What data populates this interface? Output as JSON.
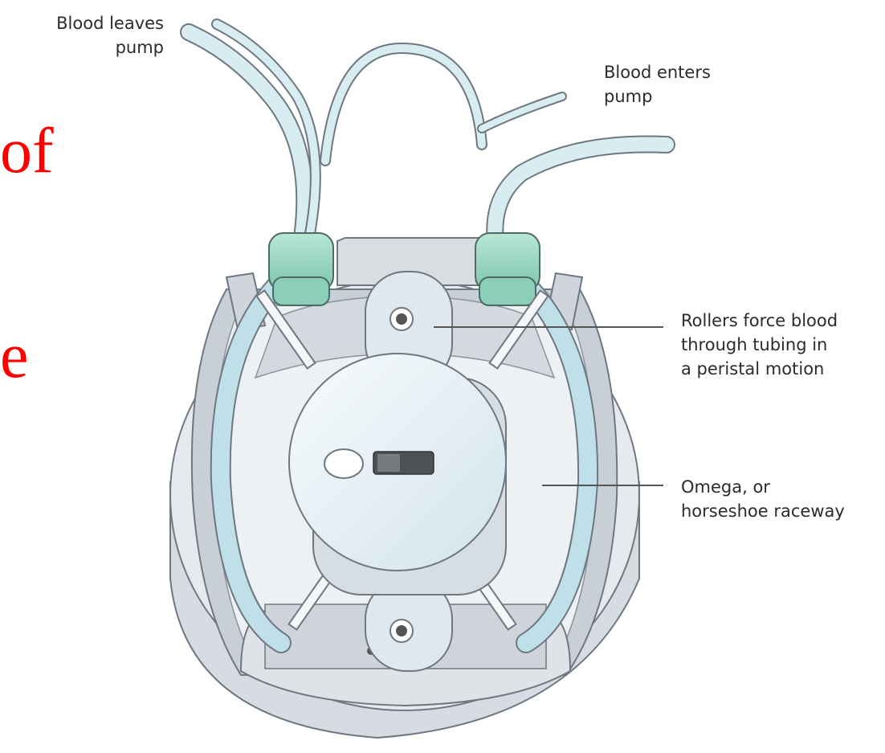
{
  "slide_fragment": {
    "line1": "of",
    "line2": "e",
    "color": "#ff0000"
  },
  "labels": {
    "outlet": [
      "Blood leaves",
      "pump"
    ],
    "inlet": [
      "Blood enters",
      "pump"
    ],
    "rollers": [
      "Rollers force blood",
      "through tubing in",
      "a peristal motion"
    ],
    "raceway": [
      "Omega, or",
      "horseshoe raceway"
    ]
  },
  "colors": {
    "tubing": "#bfe0e8",
    "connector": "#9ed6c2",
    "housing": "#dfe3e8",
    "rotor": "#e9f2f7",
    "outline": "#6f7780"
  }
}
